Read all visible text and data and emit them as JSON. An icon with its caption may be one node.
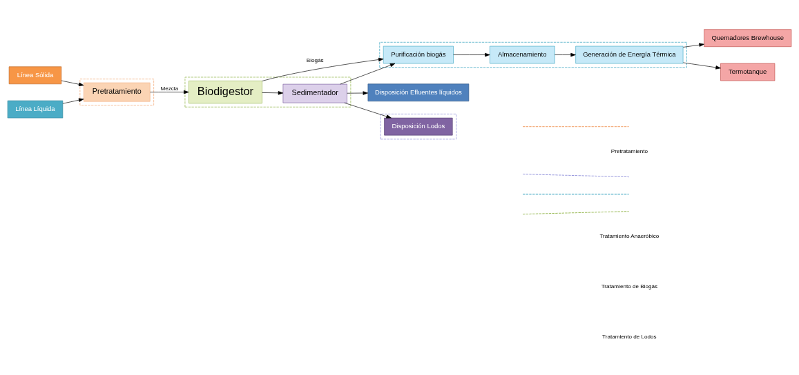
{
  "diagram": {
    "nodes": [
      {
        "text": [
          "Línea Sólida"
        ]
      },
      {
        "text": [],
        "shape": "box"
      },
      {
        "text": [
          "Pretratamiento"
        ],
        "in": 1
      },
      {
        "text": [
          "Línea Líquida"
        ]
      },
      {
        "text": [],
        "shape": "box"
      },
      {
        "text": [
          "Purificación biogás"
        ],
        "in": 4
      },
      {
        "text": [
          "Almacenamiento"
        ],
        "in": 4
      },
      {
        "text": [
          "Generación de Energía Térmica"
        ],
        "in": 4
      },
      {
        "text": [
          "Quemadores Brewhouse"
        ]
      },
      {
        "text": [
          "Termotanque"
        ]
      },
      {
        "text": [],
        "shape": "box"
      },
      {
        "text": [
          "Biodigestor"
        ],
        "in": 10
      },
      {
        "text": [
          "Sedimentador"
        ],
        "in": 10
      },
      {
        "text": [
          "Disposición Efluentes líquidos"
        ]
      },
      {
        "text": [],
        "shape": "box"
      },
      {
        "text": [
          "Disposición Lodos"
        ],
        "in": 14
      }
    ],
    "edges": [
      {
        "from": 0,
        "to": 2,
        "arrow": "to"
      },
      {
        "from": 3,
        "to": 2,
        "arrow": "to"
      },
      {
        "from": 2,
        "to": 11,
        "arrow": "to",
        "label": "Mezcla"
      },
      {
        "from": 11,
        "to": 5,
        "arrow": "to",
        "label": "Biogás"
      },
      {
        "from": 12,
        "to": 5,
        "arrow": "to"
      },
      {
        "from": 5,
        "to": 6,
        "arrow": "to"
      },
      {
        "from": 6,
        "to": 7,
        "arrow": "to"
      },
      {
        "from": 7,
        "to": 8,
        "arrow": "to"
      },
      {
        "from": 7,
        "to": 9,
        "arrow": "to"
      },
      {
        "from": 11,
        "to": 12,
        "arrow": "to"
      },
      {
        "from": 12,
        "to": 13,
        "arrow": "to"
      },
      {
        "from": 12,
        "to": 15,
        "arrow": "to"
      }
    ],
    "legend": [
      {
        "text": "Pretratamiento"
      },
      {
        "text": "Tratamiento Anaeróbico"
      },
      {
        "text": "Tratamiento de Biogás"
      },
      {
        "text": "Tratamiento de Lodos"
      }
    ]
  }
}
